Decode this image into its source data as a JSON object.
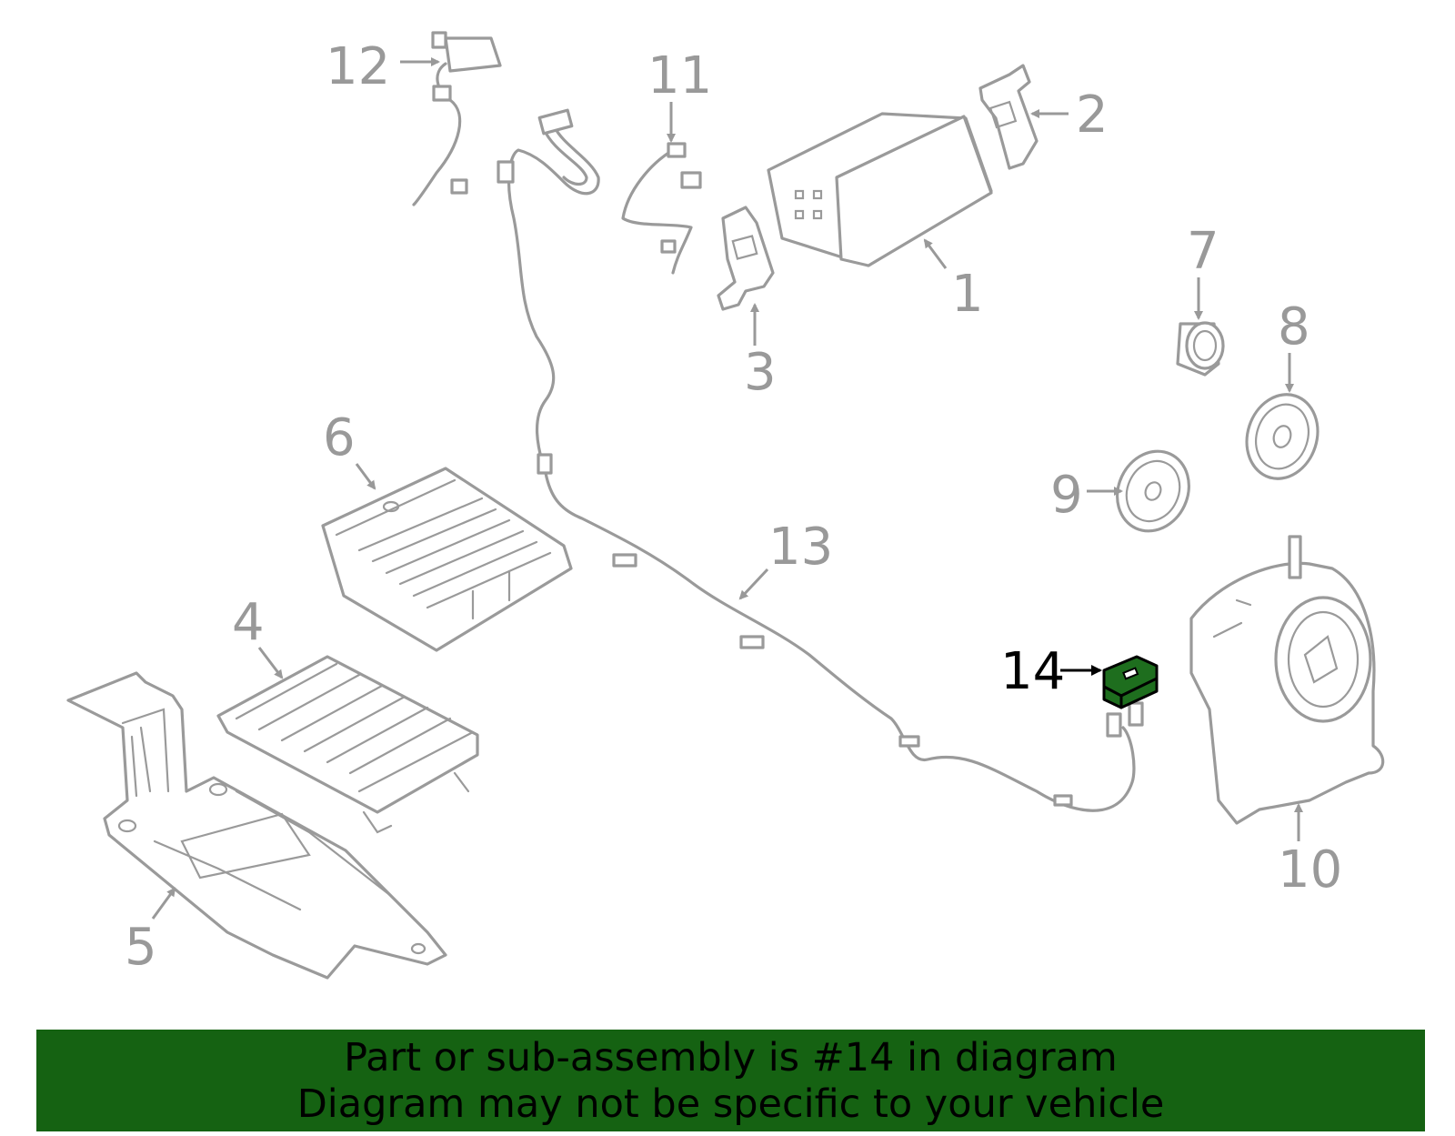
{
  "diagram": {
    "callouts": [
      "1",
      "2",
      "3",
      "4",
      "5",
      "6",
      "7",
      "8",
      "9",
      "10",
      "11",
      "12",
      "13",
      "14"
    ],
    "highlighted_callout": "14",
    "colors": {
      "line_art": "#9a9a9a",
      "highlight_part": "#1e6e1e",
      "banner_background": "#156212",
      "banner_text": "#000000"
    }
  },
  "banner": {
    "line1": "Part or sub-assembly is #14 in diagram",
    "line2": "Diagram may not be specific to your vehicle"
  }
}
